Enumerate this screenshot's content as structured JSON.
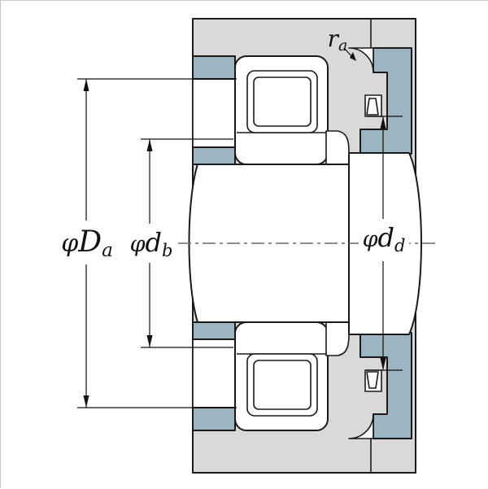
{
  "diagram": {
    "type": "technical-drawing",
    "subject": "cylindrical-roller-bearing-mounting-cross-section",
    "labels": {
      "housing_abutment_diameter": {
        "phi": "φ",
        "letter": "D",
        "sub": "a"
      },
      "shaft_abutment_diameter": {
        "phi": "φ",
        "letter": "d",
        "sub": "b"
      },
      "sleeve_diameter": {
        "phi": "φ",
        "letter": "d",
        "sub": "d"
      },
      "fillet_radius": {
        "letter": "r",
        "sub": "a"
      }
    },
    "colors": {
      "background": "#ffffff",
      "housing_fill": "#d9d9d9",
      "steel_fill": "#9db5c1",
      "part_fill": "#ffffff",
      "outline": "#1a1a1a",
      "centerline": "#6a6a6a",
      "dimension": "#111111"
    }
  }
}
